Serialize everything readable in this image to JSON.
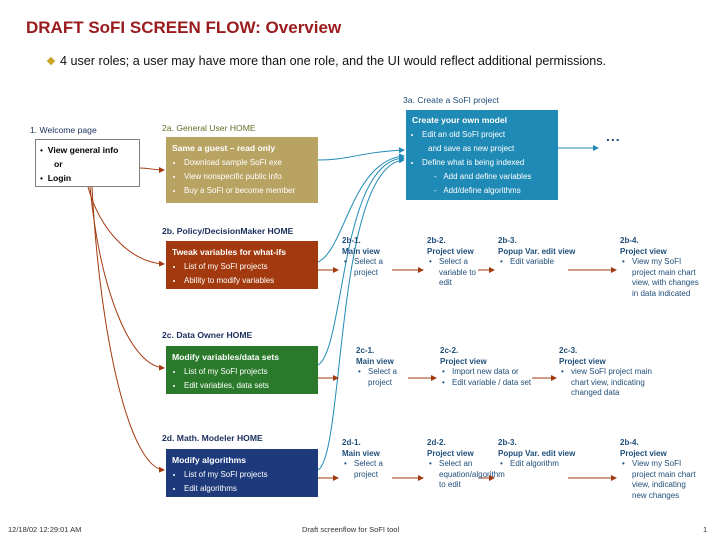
{
  "title": "DRAFT SoFI SCREEN FLOW: Overview",
  "subtitle": "4 user roles; a user may have more than one role, and the UI would reflect additional permissions.",
  "welcome": {
    "heading": "1. Welcome page",
    "line1": "View general info",
    "line2": "or",
    "line3": "Login"
  },
  "guest": {
    "heading": "2a. General User HOME",
    "box_title": "Same a guest – read only",
    "items": [
      "Download sample SoFI exe",
      "View nonspecific public info",
      "Buy a SoFI or become member"
    ]
  },
  "policy": {
    "heading": "2b. Policy/DecisionMaker HOME",
    "box_title": "Tweak variables for what-ifs",
    "items": [
      "List of my SoFI projects",
      "Ability to modify variables"
    ]
  },
  "owner": {
    "heading": "2c. Data Owner HOME",
    "box_title": "Modify variables/data sets",
    "items": [
      "List of my SoFI projects",
      "Edit variables, data sets"
    ]
  },
  "math": {
    "heading": "2d. Math. Modeler HOME",
    "box_title": "Modify algorithms",
    "items": [
      "List of my SoFI projects",
      "Edit algorithms"
    ]
  },
  "create": {
    "heading": "3a. Create a SoFI project",
    "box_title": "Create your own model",
    "item1": "Edit an old SoFI project",
    "item1b": "and save as new project",
    "item2": "Define what is being indexed",
    "sub1": "Add and define variables",
    "sub2": "Add/define algorithms",
    "more": "..."
  },
  "row_b": [
    {
      "id": "2b-1.",
      "name": "Main view",
      "bullets": [
        "Select a project"
      ]
    },
    {
      "id": "2b-2.",
      "name": "Project view",
      "bullets": [
        "Select a variable to edit"
      ]
    },
    {
      "id": "2b-3.",
      "name": "Popup Var. edit view",
      "bullets": [
        "Edit variable"
      ]
    },
    {
      "id": "2b-4.",
      "name": "Project view",
      "bullets": [
        "View my SoFI project main chart view, with changes in data indicated"
      ]
    }
  ],
  "row_c": [
    {
      "id": "2c-1.",
      "name": "Main view",
      "bullets": [
        "Select a project"
      ]
    },
    {
      "id": "2c-2.",
      "name": "Project view",
      "bullets": [
        "Import new data or",
        "Edit variable / data set"
      ]
    },
    {
      "id": "2c-3.",
      "name": "Project view",
      "bullets": [
        "view SoFI project main chart view, indicating changed data"
      ]
    }
  ],
  "row_d": [
    {
      "id": "2d-1.",
      "name": "Main view",
      "bullets": [
        "Select a project"
      ]
    },
    {
      "id": "2d-2.",
      "name": "Project view",
      "bullets": [
        "Select an equation/algorithm to edit"
      ]
    },
    {
      "id": "2b-3.",
      "name": "Popup Var. edit view",
      "bullets": [
        "Edit algorithm"
      ]
    },
    {
      "id": "2b-4.",
      "name": "Project view",
      "bullets": [
        "View my SoFI project main chart view, indicating new changes"
      ]
    }
  ],
  "footer": {
    "date": "12/18/02 12:29:01 AM",
    "center": "Draft screenflow for SoFI tool",
    "page": "1"
  },
  "colors": {
    "title": "#9a1b1e",
    "guest": "#b8a363",
    "policy": "#a33a0f",
    "owner": "#2b7a2b",
    "math": "#1e3a7a",
    "create": "#1f8ab5",
    "arrow_red": "#a33a0f",
    "arrow_blue": "#1f8ab5"
  }
}
